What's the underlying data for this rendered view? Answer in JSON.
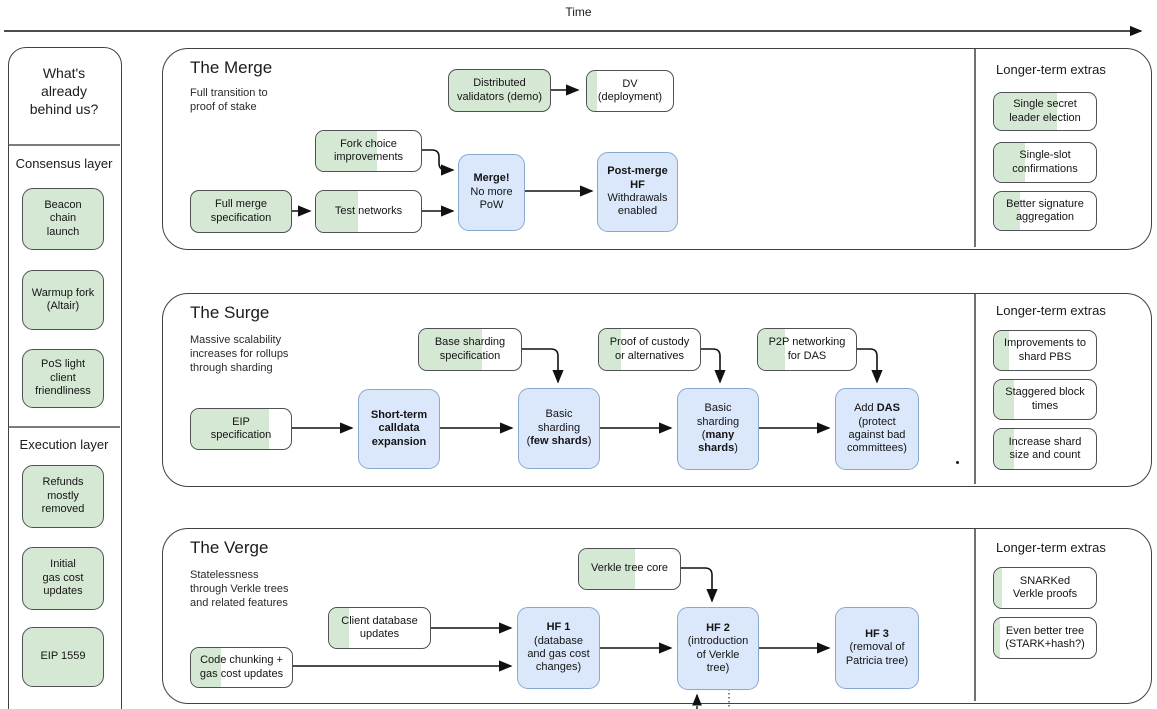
{
  "timeline": {
    "label": "Time"
  },
  "palette": {
    "green": "#d5e8d4",
    "blue": "#dbe8fb",
    "box_border": "#4f5254",
    "blue_border": "#8aa8ce",
    "panel_border": "#3f4143"
  },
  "left_panel": {
    "heading": "What's\nalready\nbehind us?",
    "consensus": {
      "label": "Consensus layer",
      "items": [
        {
          "lines": [
            "Beacon",
            "chain",
            "launch"
          ]
        },
        {
          "lines": [
            "Warmup fork",
            "(Altair)"
          ]
        },
        {
          "lines": [
            "PoS light",
            "client",
            "friendliness"
          ]
        }
      ]
    },
    "execution": {
      "label": "Execution layer",
      "items": [
        {
          "lines": [
            "Refunds",
            "mostly",
            "removed"
          ]
        },
        {
          "lines": [
            "Initial",
            "gas cost",
            "updates"
          ]
        },
        {
          "lines": [
            "EIP 1559"
          ]
        }
      ]
    }
  },
  "merge": {
    "title": "The Merge",
    "subtitle": "Full transition to\nproof of stake",
    "nodes": {
      "distributed_validators": {
        "lines": [
          "Distributed",
          "validators (demo)"
        ],
        "progress": 1
      },
      "dv_deployment": {
        "lines": [
          "DV",
          "(deployment)"
        ],
        "progress": 0.12
      },
      "fork_choice": {
        "lines": [
          "Fork choice",
          "improvements"
        ],
        "progress": 0.58
      },
      "full_merge_spec": {
        "lines": [
          "Full merge",
          "specification"
        ],
        "progress": 1
      },
      "test_networks": {
        "lines": [
          "Test networks"
        ],
        "progress": 0.4
      },
      "merge_hf": {
        "lines": [
          {
            "b": "Merge!"
          },
          "No more",
          "PoW"
        ]
      },
      "post_merge_hf": {
        "lines": [
          {
            "b": "Post-merge"
          },
          {
            "b": "HF"
          },
          "Withdrawals",
          "enabled"
        ]
      }
    },
    "extras": {
      "title": "Longer-term extras",
      "items": [
        {
          "lines": [
            "Single secret",
            "leader election"
          ],
          "progress": 0.62
        },
        {
          "lines": [
            "Single-slot",
            "confirmations"
          ],
          "progress": 0.3
        },
        {
          "lines": [
            "Better signature",
            "aggregation"
          ],
          "progress": 0.25
        }
      ]
    }
  },
  "surge": {
    "title": "The Surge",
    "subtitle": "Massive scalability\nincreases for rollups\nthrough sharding",
    "nodes": {
      "base_sharding_spec": {
        "lines": [
          "Base sharding",
          "specification"
        ],
        "progress": 0.62
      },
      "proof_of_custody": {
        "lines": [
          "Proof of custody",
          "or alternatives"
        ],
        "progress": 0.22
      },
      "p2p_networking": {
        "lines": [
          "P2P networking",
          "for DAS"
        ],
        "progress": 0.28
      },
      "eip_spec": {
        "lines": [
          "EIP",
          "specification"
        ],
        "progress": 0.78
      },
      "short_term_calldata": {
        "lines": [
          {
            "b": "Short-term"
          },
          {
            "b": "calldata"
          },
          {
            "b": "expansion"
          }
        ]
      },
      "basic_sharding_few": {
        "lines": [
          "Basic",
          "sharding",
          [
            "(",
            {
              "b": "few shards"
            },
            ")"
          ]
        ]
      },
      "basic_sharding_many": {
        "lines": [
          "Basic",
          "sharding",
          [
            "(",
            {
              "b": "many"
            }
          ],
          [
            {
              "b": "shards"
            },
            ")"
          ]
        ]
      },
      "add_das": {
        "lines": [
          [
            "Add ",
            {
              "b": "DAS"
            }
          ],
          "(protect",
          "against bad",
          "committees)"
        ]
      }
    },
    "extras": {
      "title": "Longer-term extras",
      "items": [
        {
          "lines": [
            "Improvements to",
            "shard PBS"
          ],
          "progress": 0.15
        },
        {
          "lines": [
            "Staggered block",
            "times"
          ],
          "progress": 0.2
        },
        {
          "lines": [
            "Increase shard",
            "size and count"
          ],
          "progress": 0.2
        }
      ]
    }
  },
  "verge": {
    "title": "The Verge",
    "subtitle": "Statelessness\nthrough Verkle trees\nand related features",
    "nodes": {
      "verkle_tree_core": {
        "lines": [
          "Verkle tree core"
        ],
        "progress": 0.55
      },
      "client_db_updates": {
        "lines": [
          "Client database",
          "updates"
        ],
        "progress": 0.2
      },
      "code_chunking": {
        "lines": [
          "Code chunking +",
          "gas cost updates"
        ],
        "progress": 0.3
      },
      "hf1": {
        "lines": [
          {
            "b": "HF 1"
          },
          "(database",
          "and gas cost",
          "changes)"
        ]
      },
      "hf2": {
        "lines": [
          {
            "b": "HF 2"
          },
          "(introduction",
          "of Verkle",
          "tree)"
        ]
      },
      "hf3": {
        "lines": [
          {
            "b": "HF 3"
          },
          "(removal of",
          "Patricia tree)"
        ]
      }
    },
    "extras": {
      "title": "Longer-term extras",
      "items": [
        {
          "lines": [
            "SNARKed",
            "Verkle proofs"
          ],
          "progress": 0.08
        },
        {
          "lines": [
            "Even better tree",
            "(STARK+hash?)"
          ],
          "progress": 0.06
        }
      ]
    }
  }
}
